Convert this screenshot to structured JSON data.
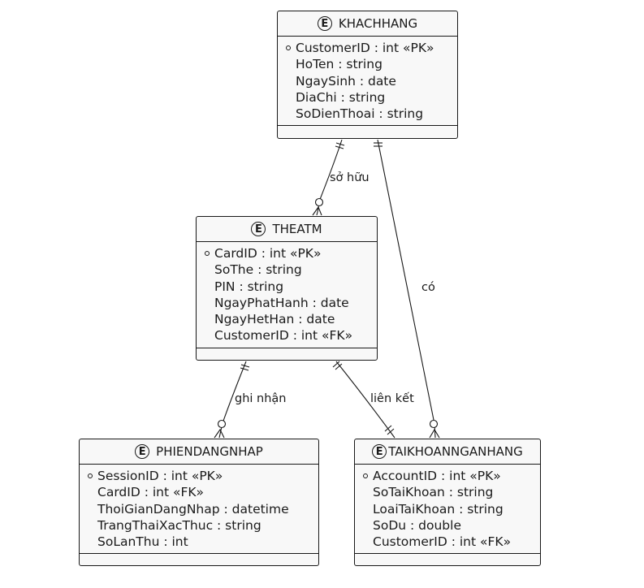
{
  "entities": {
    "khachhang": {
      "name": "KHACHHANG",
      "badge": "E",
      "attributes": [
        {
          "text": "CustomerID : int «PK»",
          "key": true
        },
        {
          "text": "HoTen : string",
          "key": false
        },
        {
          "text": "NgaySinh : date",
          "key": false
        },
        {
          "text": "DiaChi : string",
          "key": false
        },
        {
          "text": "SoDienThoai : string",
          "key": false
        }
      ]
    },
    "theatm": {
      "name": "THEATM",
      "badge": "E",
      "attributes": [
        {
          "text": "CardID : int «PK»",
          "key": true
        },
        {
          "text": "SoThe : string",
          "key": false
        },
        {
          "text": "PIN : string",
          "key": false
        },
        {
          "text": "NgayPhatHanh : date",
          "key": false
        },
        {
          "text": "NgayHetHan : date",
          "key": false
        },
        {
          "text": "CustomerID : int «FK»",
          "key": false
        }
      ]
    },
    "phiendangnhap": {
      "name": "PHIENDANGNHAP",
      "badge": "E",
      "attributes": [
        {
          "text": "SessionID : int «PK»",
          "key": true
        },
        {
          "text": "CardID : int «FK»",
          "key": false
        },
        {
          "text": "ThoiGianDangNhap : datetime",
          "key": false
        },
        {
          "text": "TrangThaiXacThuc : string",
          "key": false
        },
        {
          "text": "SoLanThu : int",
          "key": false
        }
      ]
    },
    "taikhoannganhang": {
      "name": "TAIKHOANNGANHANG",
      "badge": "E",
      "attributes": [
        {
          "text": "AccountID : int «PK»",
          "key": true
        },
        {
          "text": "SoTaiKhoan : string",
          "key": false
        },
        {
          "text": "LoaiTaiKhoan : string",
          "key": false
        },
        {
          "text": "SoDu : double",
          "key": false
        },
        {
          "text": "CustomerID : int «FK»",
          "key": false
        }
      ]
    }
  },
  "relationships": {
    "so_huu": "sở hữu",
    "co": "có",
    "ghi_nhan": "ghi nhận",
    "lien_ket": "liên kết"
  },
  "colors": {
    "line": "#181818",
    "entity_fill": "#f8f8f8"
  }
}
